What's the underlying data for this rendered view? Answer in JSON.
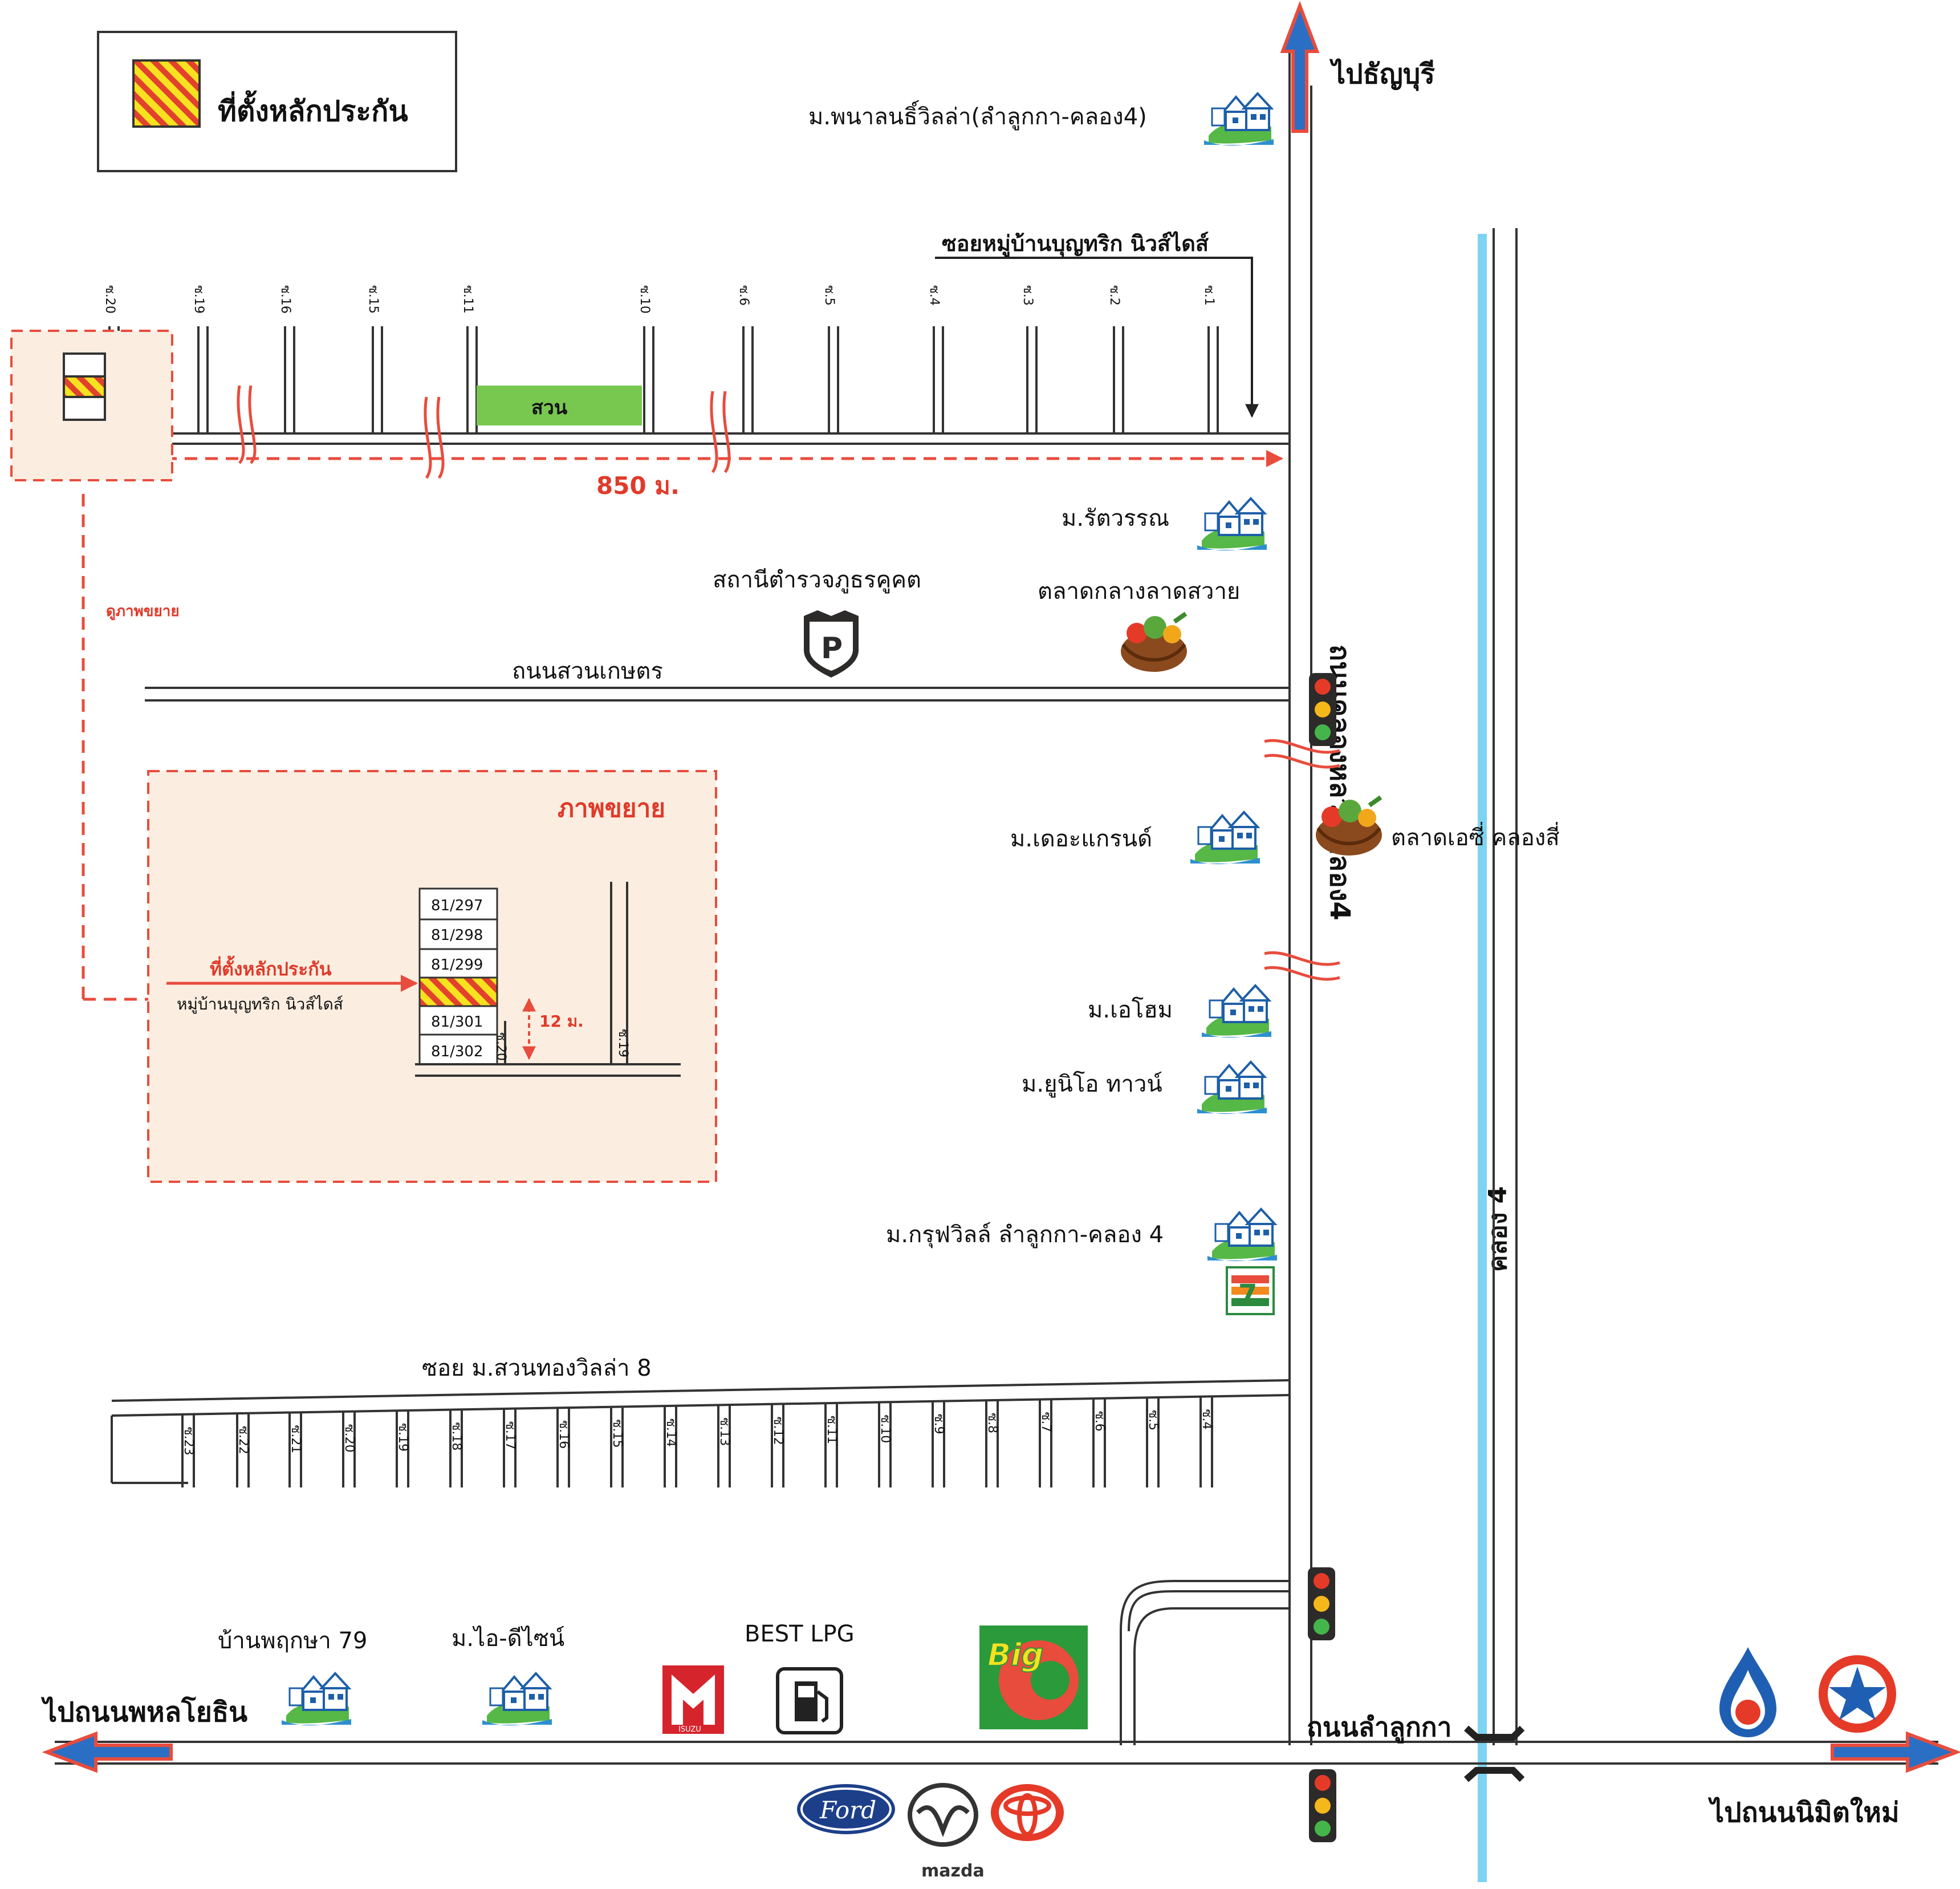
{
  "legend": {
    "label": "ที่ตั้งหลักประกัน"
  },
  "directions": {
    "north": "ไปธัญบุรี",
    "west": "ไปถนนพหลโยธิน",
    "east": "ไปถนนนิมิตใหม่"
  },
  "roads": {
    "main_vertical": "ถนนคลองหลวง คลอง4",
    "suan_kaset": "ถนนสวนเกษตร",
    "lam_luk_ka": "ถนนลำลูกกา",
    "khlong": "คลอง 4",
    "soi_top": "ซอยหมู่บ้านบุญทริก นิวส์ไดส์",
    "soi_bottom": "ซอย ม.สวนทองวิลล่า 8",
    "distance": "850 ม.",
    "zoom_link": "ดูภาพขยาย"
  },
  "top_lanes": [
    "ซ.20",
    "ซ.19",
    "ซ.16",
    "ซ.15",
    "ซ.11",
    "ซ.10",
    "ซ.6",
    "ซ.5",
    "ซ.4",
    "ซ.3",
    "ซ.2",
    "ซ.1"
  ],
  "bottom_lanes": [
    "ซ.23",
    "ซ.22",
    "ซ.21",
    "ซ.20",
    "ซ.19",
    "ซ.18",
    "ซ.17",
    "ซ.16",
    "ซ.15",
    "ซ.14",
    "ซ.13",
    "ซ.12",
    "ซ.11",
    "ซ.10",
    "ซ.9",
    "ซ.8",
    "ซ.7",
    "ซ.6",
    "ซ.5",
    "ซ.4"
  ],
  "garden": "สวน",
  "places": {
    "pana": "ม.พนาลนธิ์วิลล่า(ลำลูกกา-คลอง4)",
    "ratta": "ม.รัตวรรณ",
    "police": "สถานีตำรวจภูธรคูคต",
    "market_lat": "ตลาดกลางลาดสวาย",
    "grand": "ม.เดอะแกรนด์",
    "market_ae": "ตลาดเอซี่ คลองสี่",
    "ehome": "ม.เอโฮม",
    "unio": "ม.ยูนิโอ ทาวน์",
    "group": "ม.กรุฟวิลล์ ลำลูกกา-คลอง 4",
    "baan": "บ้านพฤกษา 79",
    "idesign": "ม.ไอ-ดีไซน์",
    "lpg": "BEST LPG"
  },
  "zoom": {
    "title": "ภาพขยาย",
    "pointer": "ที่ตั้งหลักประกัน",
    "village": "หมู่บ้านบุญทริก นิวส์ไดส์",
    "units": [
      "81/297",
      "81/298",
      "81/299",
      "",
      "81/301",
      "81/302"
    ],
    "gap": "12 ม.",
    "lane_a": "ซ.20",
    "lane_b": "ซ.19"
  },
  "brands": {
    "big_c": "Big",
    "isuzu": "ISUZU",
    "ford": "Ford",
    "mazda": "mazda"
  },
  "colors": {
    "accent": "#e84c3d",
    "khlong": "#7fd3f2",
    "hatch": "#f6e21f",
    "garden": "#78c850",
    "zoom_bg": "#fbeee0"
  },
  "icons": [
    "house-icon",
    "police-shield-icon",
    "market-basket-icon",
    "traffic-light-icon",
    "seven-eleven-icon",
    "fuel-pump-icon",
    "big-c-logo",
    "isuzu-logo",
    "ptt-logo",
    "caltex-logo",
    "ford-logo",
    "mazda-logo",
    "toyota-logo"
  ]
}
